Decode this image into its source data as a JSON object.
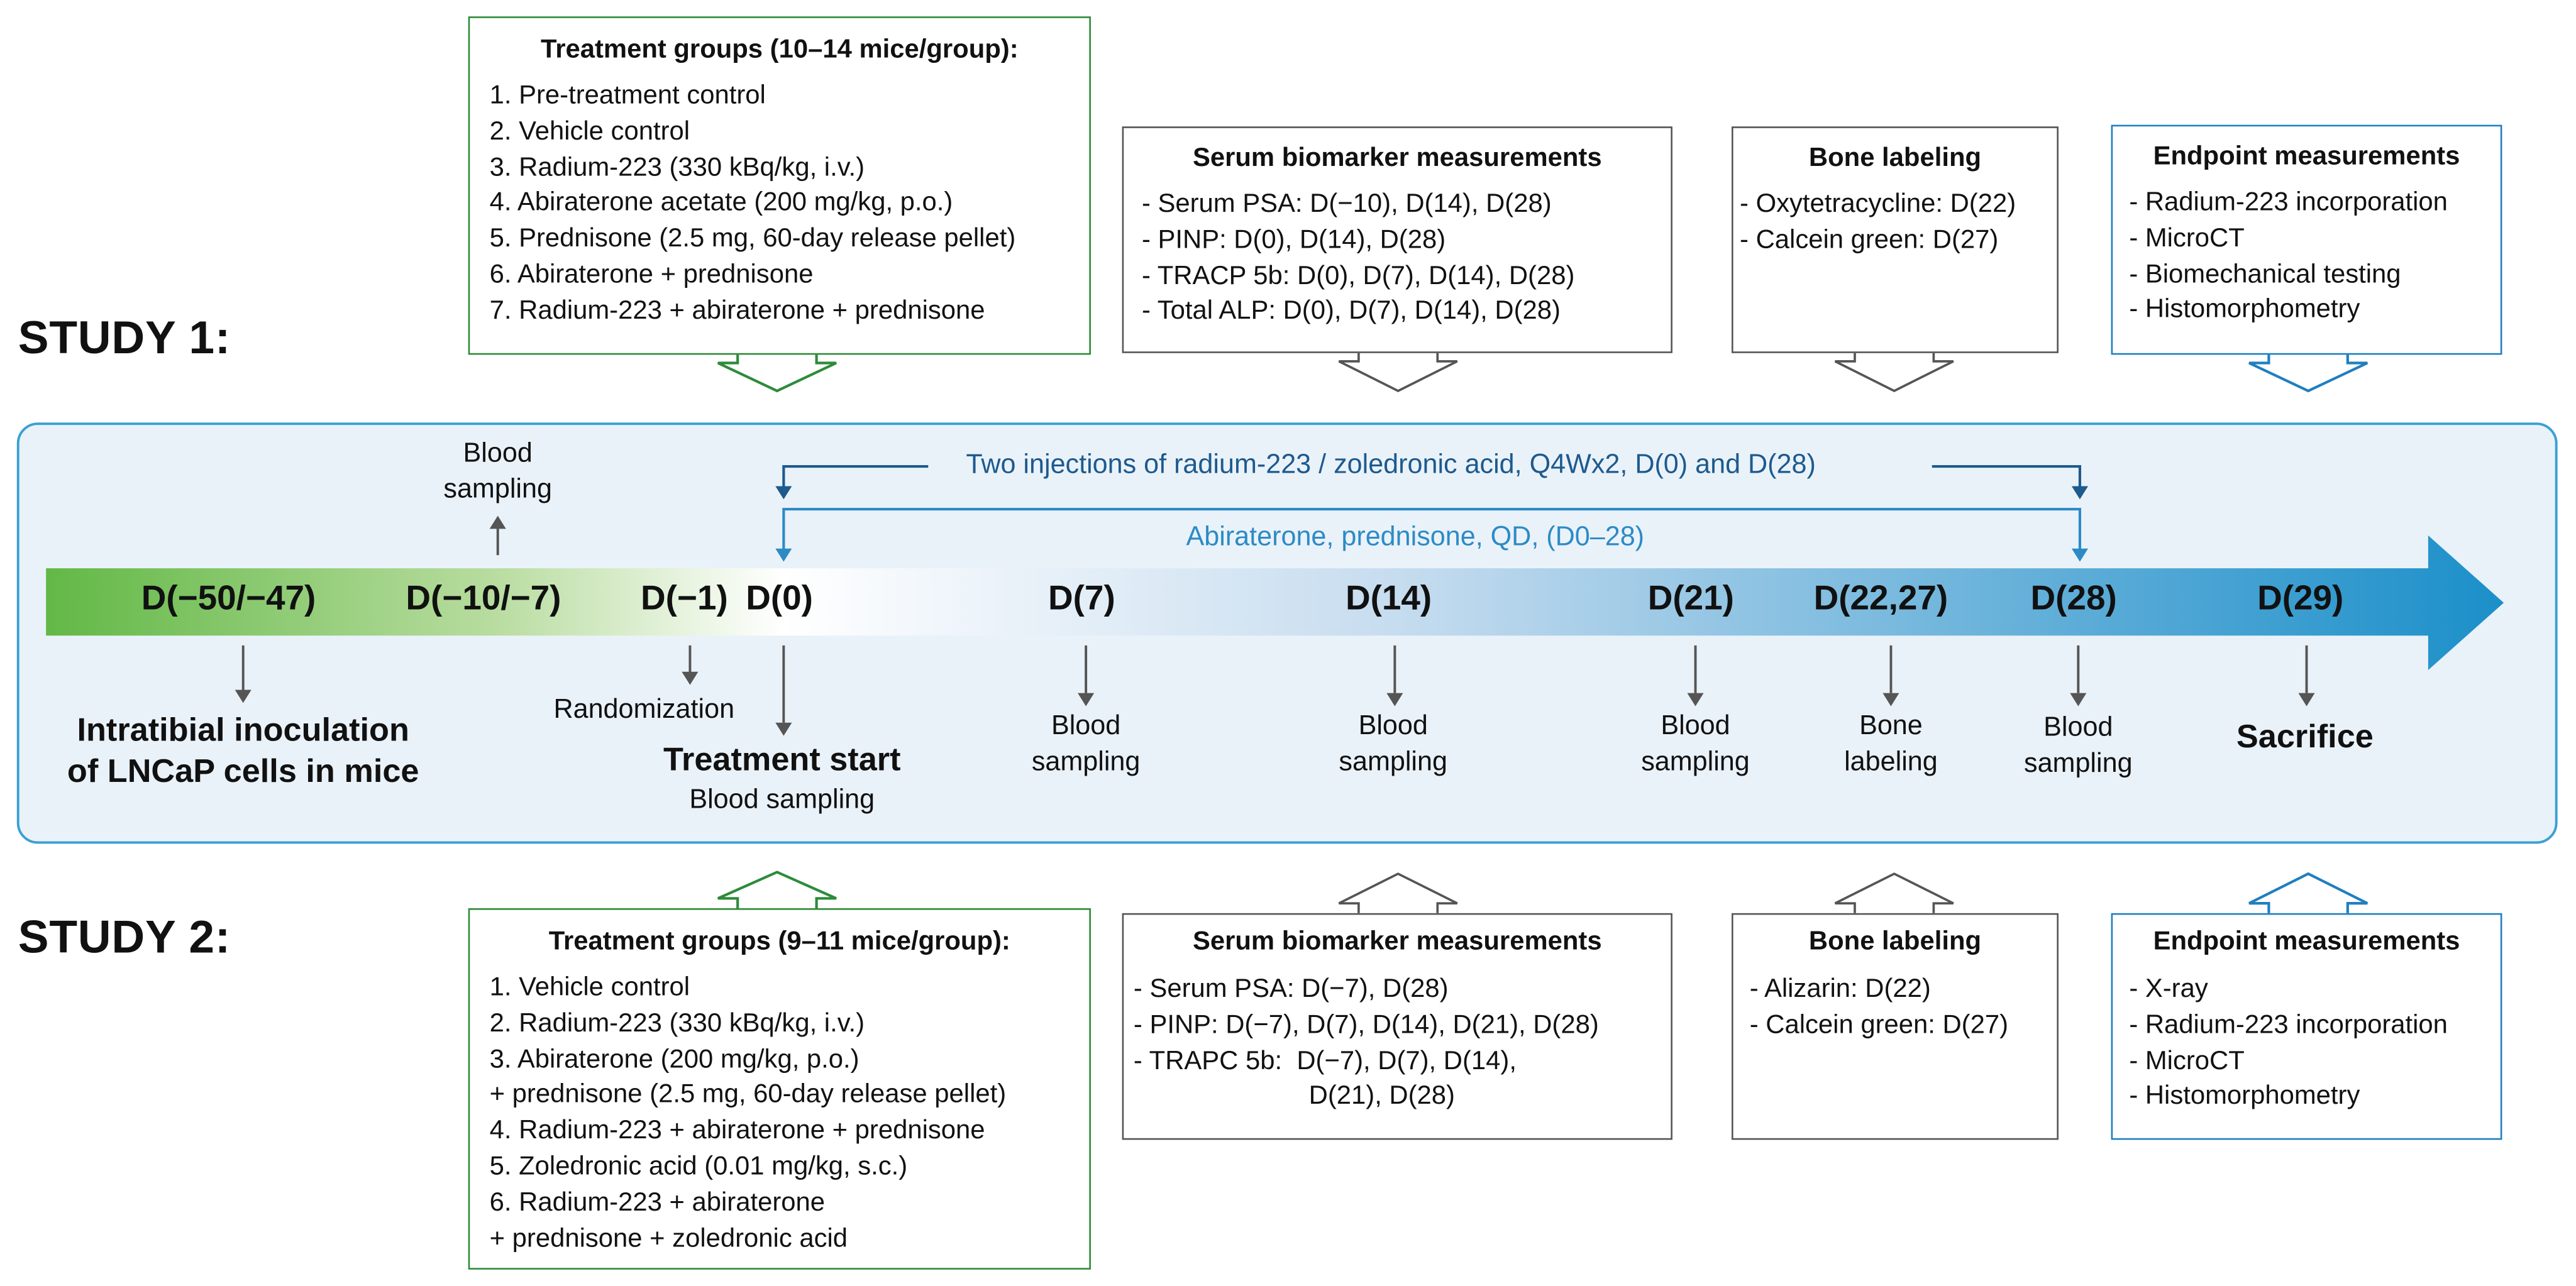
{
  "study1": {
    "label": "STUDY 1:",
    "treatment": {
      "title": "Treatment groups (10–14 mice/group):",
      "items": [
        "1. Pre-treatment control",
        "2. Vehicle control",
        "3. Radium-223 (330 kBq/kg, i.v.)",
        "4. Abiraterone acetate (200 mg/kg, p.o.)",
        "5. Prednisone (2.5 mg, 60-day release pellet)",
        "6. Abiraterone + prednisone",
        "7. Radium-223 + abiraterone + prednisone"
      ]
    },
    "serum": {
      "title": "Serum biomarker measurements",
      "items": [
        "- Serum PSA: D(−10), D(14), D(28)",
        "- PINP: D(0), D(14), D(28)",
        "- TRACP 5b: D(0), D(7), D(14), D(28)",
        "- Total ALP: D(0), D(7), D(14), D(28)"
      ]
    },
    "bone": {
      "title": "Bone labeling",
      "items": [
        "- Oxytetracycline: D(22)",
        "- Calcein green: D(27)"
      ]
    },
    "endpoint": {
      "title": "Endpoint measurements",
      "items": [
        "- Radium-223 incorporation",
        "- MicroCT",
        "- Biomechanical testing",
        "- Histomorphometry"
      ]
    }
  },
  "study2": {
    "label": "STUDY 2:",
    "treatment": {
      "title": "Treatment groups (9–11 mice/group):",
      "items": [
        "1. Vehicle control",
        "2. Radium-223 (330 kBq/kg, i.v.)",
        "3. Abiraterone (200 mg/kg, p.o.)",
        "+ prednisone (2.5 mg, 60-day release pellet)",
        "4. Radium-223 + abiraterone + prednisone",
        "5. Zoledronic acid (0.01 mg/kg, s.c.)",
        "6. Radium-223 + abiraterone",
        "+ prednisone + zoledronic acid"
      ]
    },
    "serum": {
      "title": "Serum biomarker measurements",
      "items": [
        "- Serum PSA: D(−7), D(28)",
        "- PINP: D(−7), D(7), D(14), D(21), D(28)",
        "- TRAPC 5b:  D(−7), D(7), D(14),",
        "                        D(21), D(28)"
      ]
    },
    "bone": {
      "title": "Bone labeling",
      "items": [
        "- Alizarin: D(22)",
        "- Calcein green: D(27)"
      ]
    },
    "endpoint": {
      "title": "Endpoint measurements",
      "items": [
        "- X-ray",
        "- Radium-223 incorporation",
        "- MicroCT",
        "- Histomorphometry"
      ]
    }
  },
  "timeline": {
    "days": [
      "D(−50/−47)",
      "D(−10/−7)",
      "D(−1)",
      "D(0)",
      "D(7)",
      "D(14)",
      "D(21)",
      "D(22,27)",
      "D(28)",
      "D(29)"
    ],
    "injection_note": "Two injections of radium-223 / zoledronic acid, Q4Wx2, D(0) and D(28)",
    "daily_note": "Abiraterone, prednisone, QD, (D0–28)",
    "events": {
      "blood_sampling_top": "Blood\nsampling",
      "inoculation": "Intratibial inoculation\nof LNCaP cells in mice",
      "randomization": "Randomization",
      "treatment_start": "Treatment start",
      "treatment_start_sub": "Blood sampling",
      "blood_d7": "Blood\nsampling",
      "blood_d14": "Blood\nsampling",
      "blood_d21": "Blood\nsampling",
      "bone_labeling": "Bone\nlabeling",
      "blood_d28": "Blood\nsampling",
      "sacrifice": "Sacrifice"
    }
  },
  "colors": {
    "green": "#2e8b3a",
    "blue": "#1f7fc0",
    "gray": "#555555",
    "panel_bg": "#eaf2f9",
    "arrow_start": "#6abf45",
    "arrow_end": "#1b8fc9"
  }
}
